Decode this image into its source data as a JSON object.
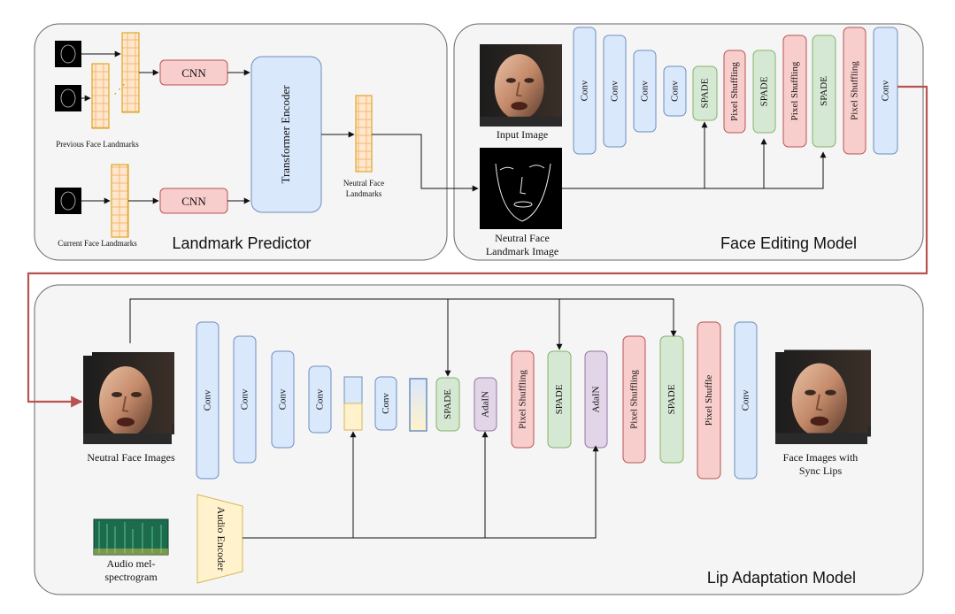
{
  "panels": {
    "landmark_predictor": "Landmark Predictor",
    "face_editing": "Face Editing Model",
    "lip_adaptation": "Lip Adaptation Model"
  },
  "landmark": {
    "previous_label": "Previous Face Landmarks",
    "current_label": "Current Face Landmarks",
    "cnn": "CNN",
    "transformer": "Transformer Encoder",
    "neutral_landmarks": [
      "Neutral Face",
      "Landmarks"
    ],
    "dots": "⋰"
  },
  "face_editing": {
    "input_image": "Input Image",
    "neutral_landmark_image": [
      "Neutral Face",
      "Landmark Image"
    ],
    "blocks": [
      "Conv",
      "Conv",
      "Conv",
      "Conv",
      "SPADE",
      "Pixel Shuffling",
      "SPADE",
      "Pixel Shuffling",
      "SPADE",
      "Pixel Shuffling",
      "Conv"
    ]
  },
  "lip": {
    "neutral_images": "Neutral Face Images",
    "output_images": [
      "Face Images with",
      "Sync Lips"
    ],
    "audio_encoder": "Audio Encoder",
    "audio_mel": [
      "Audio mel-",
      "spectrogram"
    ],
    "blocks": [
      "Conv",
      "Conv",
      "Conv",
      "Conv",
      "Conv",
      "SPADE",
      "AdaIN",
      "Pixel Shuffling",
      "SPADE",
      "AdaIN",
      "Pixel Shuffling",
      "SPADE",
      "Pixel Shuffle",
      "Conv"
    ]
  },
  "colors": {
    "conv_fill": "#dae8fc",
    "conv_stroke": "#6c8ebf",
    "spade_fill": "#d5e8d4",
    "spade_stroke": "#82b366",
    "shuffle_fill": "#f8cecc",
    "shuffle_stroke": "#b85450",
    "adain_fill": "#e1d5e7",
    "adain_stroke": "#9673a6",
    "token_fill": "#ffe6cc",
    "token_stroke": "#d79b00",
    "link": "#b85450"
  }
}
